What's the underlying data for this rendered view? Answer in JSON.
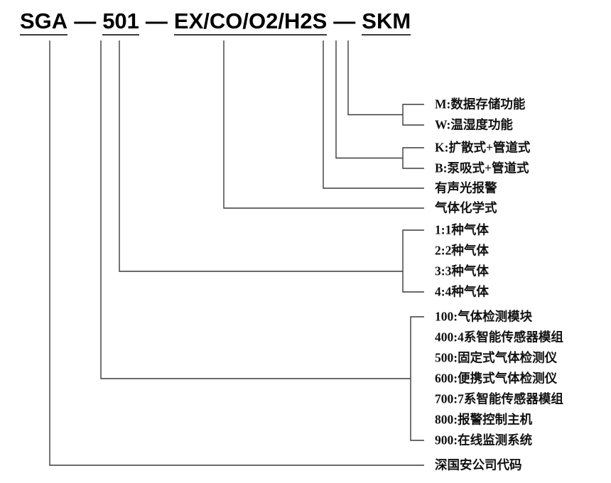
{
  "header": {
    "segments": [
      {
        "text": "SGA",
        "type": "code"
      },
      {
        "text": "—",
        "type": "dash"
      },
      {
        "text": "501",
        "type": "code"
      },
      {
        "text": "—",
        "type": "dash"
      },
      {
        "text": "EX/CO/O2/H2S",
        "type": "code"
      },
      {
        "text": "—",
        "type": "dash"
      },
      {
        "text": "SKM",
        "type": "code"
      }
    ],
    "full_model": "SGA — 501 — EX/CO/O2/H2S — SKM",
    "brand_code": "SGA",
    "series_code": "501",
    "gas_code": "EX/CO/O2/H2S",
    "suffix_code": "SKM"
  },
  "legend": {
    "function_options": [
      {
        "code": "M",
        "label": "M:数据存储功能"
      },
      {
        "code": "W",
        "label": "W:温湿度功能"
      }
    ],
    "sampling_options": [
      {
        "code": "K",
        "label": "K:扩散式+管道式"
      },
      {
        "code": "B",
        "label": "B:泵吸式+管道式"
      }
    ],
    "alarm": {
      "label": "有声光报警"
    },
    "principle": {
      "label": "气体化学式"
    },
    "gas_count_options": [
      {
        "code": "1",
        "label": "1:1种气体"
      },
      {
        "code": "2",
        "label": "2:2种气体"
      },
      {
        "code": "3",
        "label": "3:3种气体"
      },
      {
        "code": "4",
        "label": "4:4种气体"
      }
    ],
    "series_options": [
      {
        "code": "100",
        "label": "100:气体检测模块"
      },
      {
        "code": "400",
        "label": "400:4系智能传感器模组"
      },
      {
        "code": "500",
        "label": "500:固定式气体检测仪"
      },
      {
        "code": "600",
        "label": "600:便携式气体检测仪"
      },
      {
        "code": "700",
        "label": "700:7系智能传感器模组"
      },
      {
        "code": "800",
        "label": "800:报警控制主机"
      },
      {
        "code": "900",
        "label": "900:在线监测系统"
      }
    ],
    "company": {
      "label": "深国安公司代码"
    }
  },
  "style": {
    "line_color": "#3a3a3a",
    "text_color": "#111111",
    "background": "#ffffff"
  }
}
